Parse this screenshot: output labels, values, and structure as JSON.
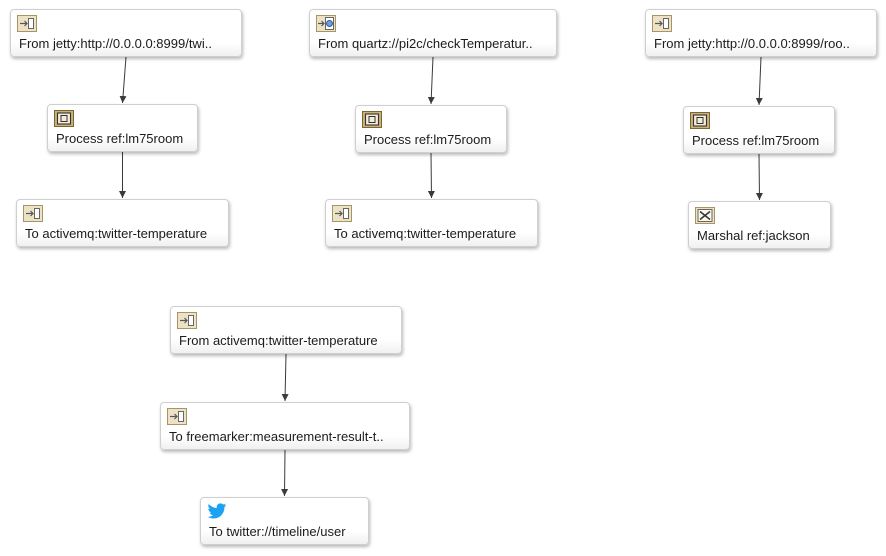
{
  "diagram": {
    "nodes": [
      {
        "id": "n1",
        "label": "From jetty:http://0.0.0.0:8999/twi..",
        "icon": "endpoint-icon"
      },
      {
        "id": "n2",
        "label": "Process ref:lm75room",
        "icon": "processor-icon"
      },
      {
        "id": "n3",
        "label": "To activemq:twitter-temperature",
        "icon": "endpoint-icon"
      },
      {
        "id": "n4",
        "label": "From quartz://pi2c/checkTemperatur..",
        "icon": "quartz-icon"
      },
      {
        "id": "n5",
        "label": "Process ref:lm75room",
        "icon": "processor-icon"
      },
      {
        "id": "n6",
        "label": "To activemq:twitter-temperature",
        "icon": "endpoint-icon"
      },
      {
        "id": "n7",
        "label": "From jetty:http://0.0.0.0:8999/roo..",
        "icon": "endpoint-icon"
      },
      {
        "id": "n8",
        "label": "Process ref:lm75room",
        "icon": "processor-icon"
      },
      {
        "id": "n9",
        "label": "Marshal ref:jackson",
        "icon": "marshal-icon"
      },
      {
        "id": "n10",
        "label": "From activemq:twitter-temperature",
        "icon": "endpoint-icon"
      },
      {
        "id": "n11",
        "label": "To freemarker:measurement-result-t..",
        "icon": "endpoint-icon"
      },
      {
        "id": "n12",
        "label": "To twitter://timeline/user",
        "icon": "twitter-icon"
      }
    ],
    "edges": [
      [
        "n1",
        "n2"
      ],
      [
        "n2",
        "n3"
      ],
      [
        "n4",
        "n5"
      ],
      [
        "n5",
        "n6"
      ],
      [
        "n7",
        "n8"
      ],
      [
        "n8",
        "n9"
      ],
      [
        "n10",
        "n11"
      ],
      [
        "n11",
        "n12"
      ]
    ]
  }
}
